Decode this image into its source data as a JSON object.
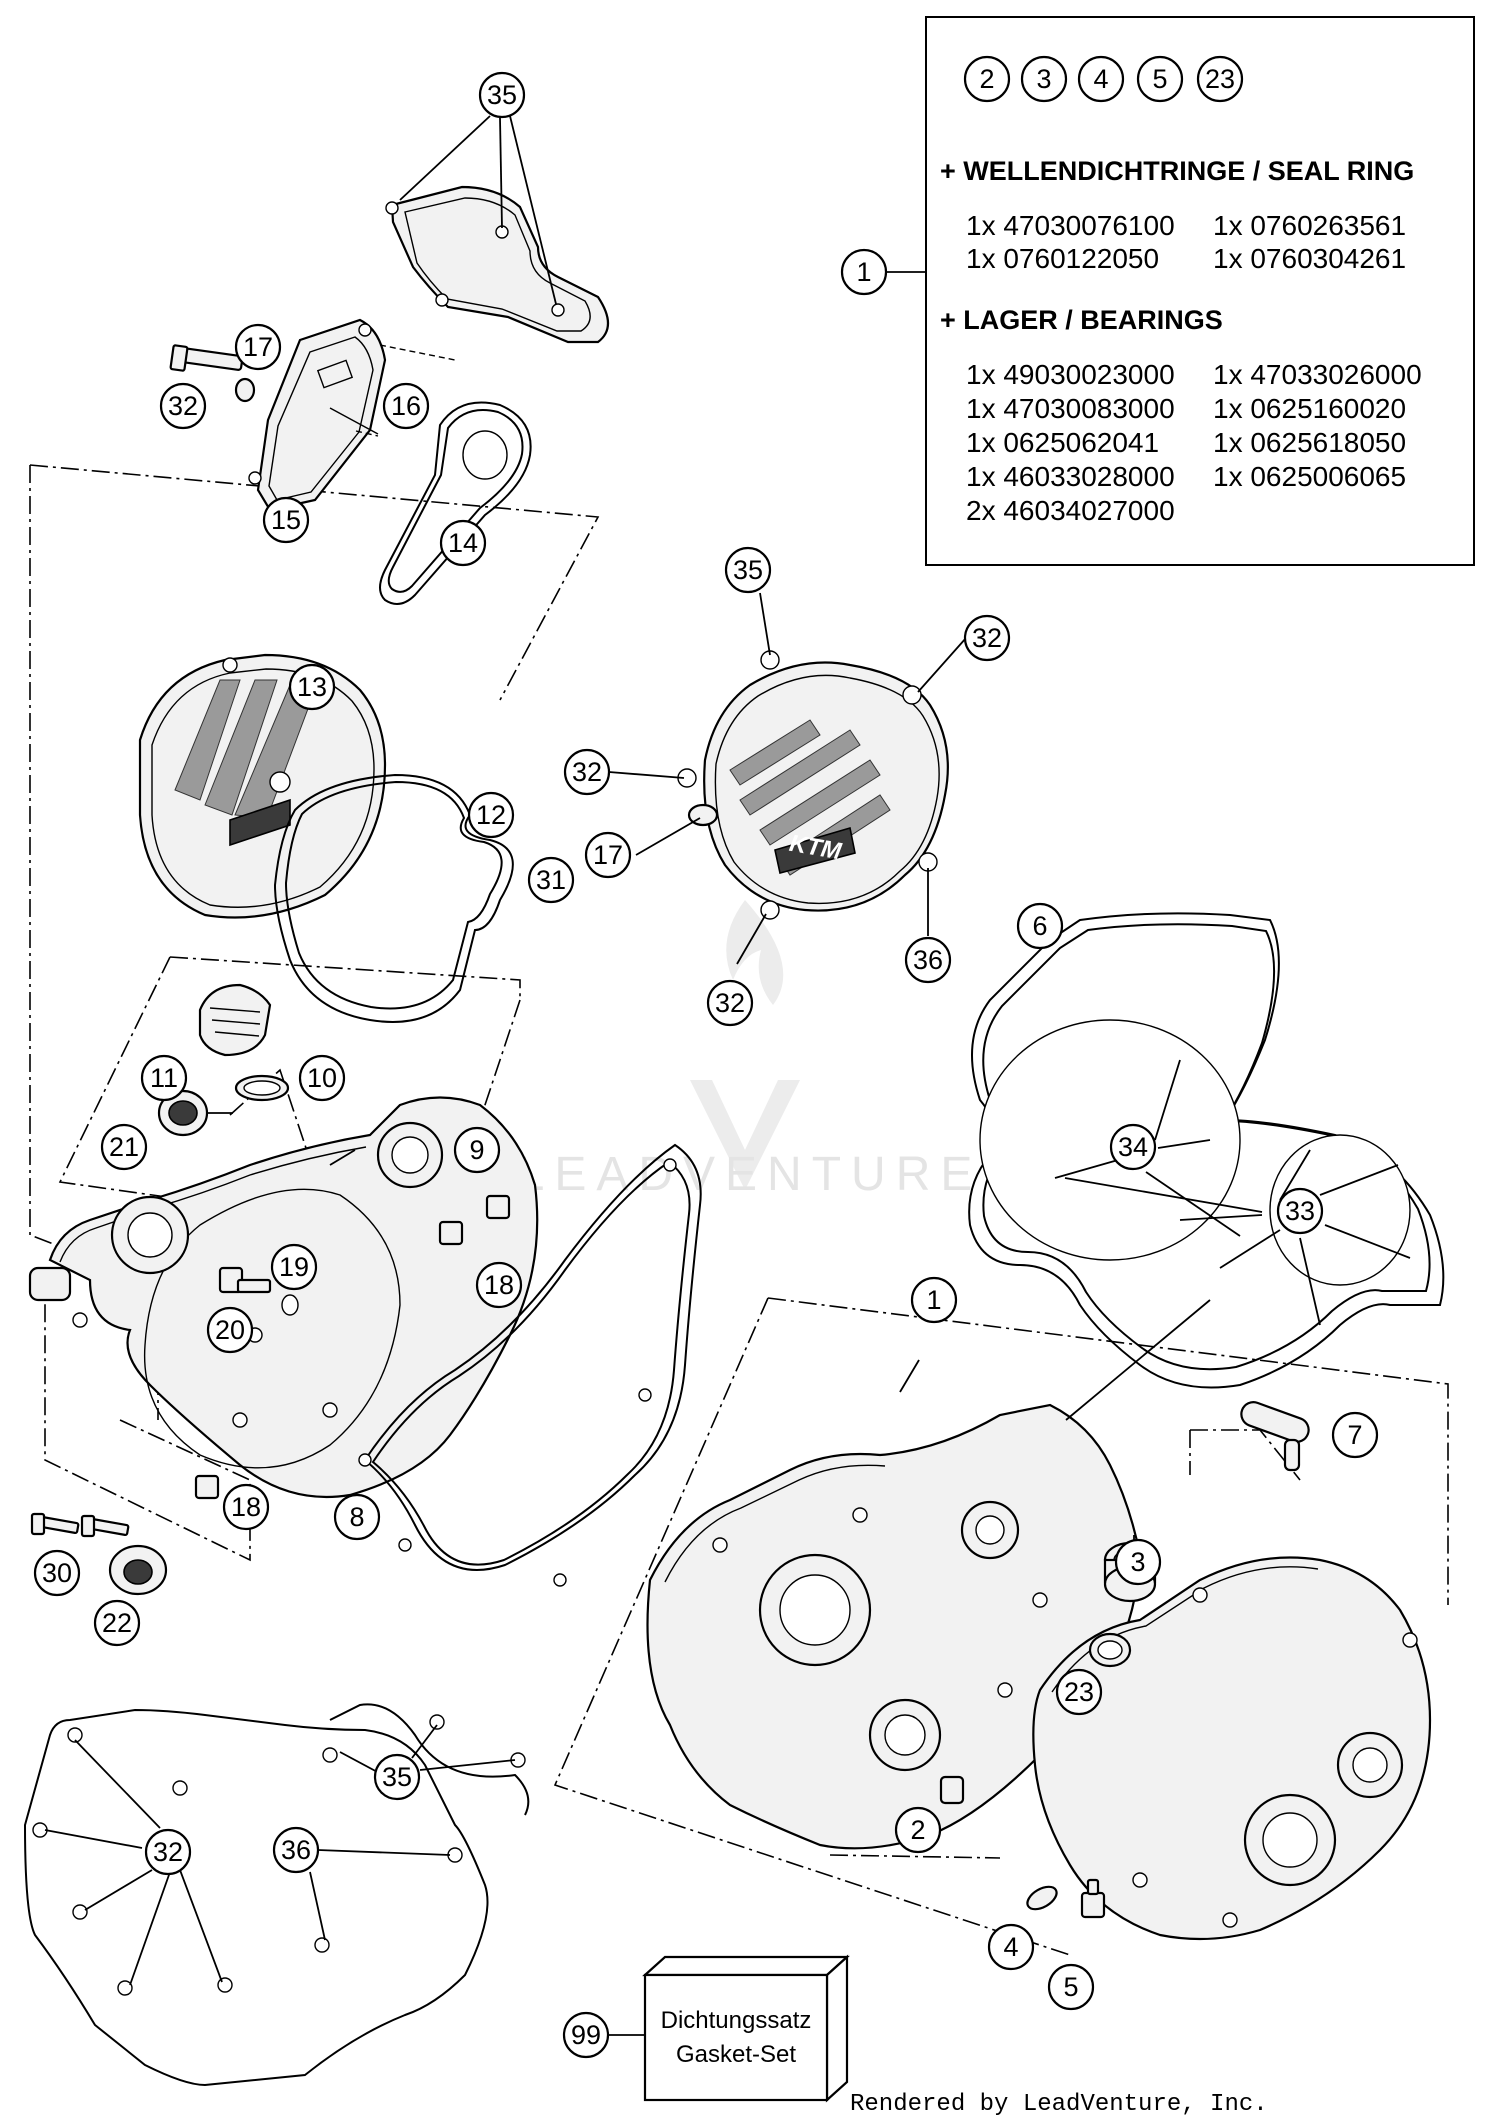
{
  "legend": {
    "ref_numbers": [
      "2",
      "3",
      "4",
      "5",
      "23"
    ],
    "callout": "1",
    "seal_heading": "+ WELLENDICHTRINGE / SEAL RING",
    "seal_items": [
      "1x 47030076100",
      "1x 0760263561",
      "1x 0760122050",
      "1x 0760304261"
    ],
    "bearing_heading": "+ LAGER / BEARINGS",
    "bearing_items": [
      "1x 49030023000",
      "1x 47033026000",
      "1x 47030083000",
      "1x 0625160020",
      "1x 0625062041",
      "1x 0625618050",
      "1x 46033028000",
      "1x 0625006065",
      "2x 46034027000"
    ]
  },
  "callouts": {
    "c35_top": "35",
    "c17_a": "17",
    "c32_a": "32",
    "c16": "16",
    "c15": "15",
    "c14": "14",
    "c13": "13",
    "c12": "12",
    "c11": "11",
    "c10": "10",
    "c9": "9",
    "c21": "21",
    "c18_a": "18",
    "c19": "19",
    "c20": "20",
    "c18_b": "18",
    "c8": "8",
    "c30": "30",
    "c22": "22",
    "c35_cov": "35",
    "c32_cov_a": "32",
    "c32_cov_b": "32",
    "c17_cov": "17",
    "c31": "31",
    "c36_cov": "36",
    "c32_cov_c": "32",
    "c6": "6",
    "c34": "34",
    "c33": "33",
    "c1_case": "1",
    "c7": "7",
    "c3": "3",
    "c23": "23",
    "c2": "2",
    "c4": "4",
    "c5": "5",
    "c35_gsk": "35",
    "c32_gsk": "32",
    "c36_gsk": "36",
    "c99": "99"
  },
  "cover_brand": "KTM",
  "gasket_kit": {
    "line1": "Dichtungssatz",
    "line2": "Gasket-Set"
  },
  "watermark": "LEADVENTURE",
  "footer": "Rendered by LeadVenture, Inc."
}
